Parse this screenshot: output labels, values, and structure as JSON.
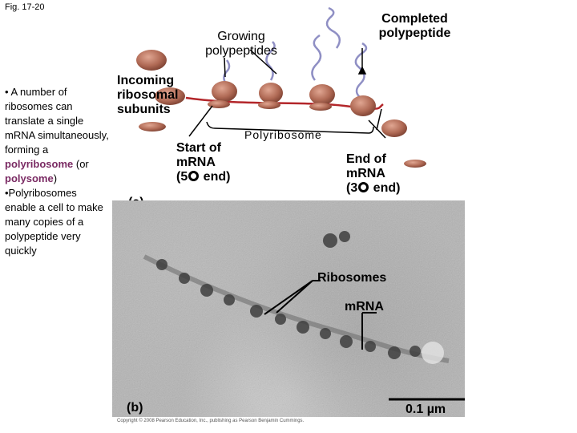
{
  "figure_label": "Fig. 17-20",
  "side_text": {
    "line1": "• A number of ribosomes can translate a single mRNA simultaneously, forming a ",
    "keyword1": "polyribosome",
    "or_text": " (or ",
    "keyword2": "polysome",
    "close_text": ")",
    "line2": "•Polyribosomes enable a cell to make many copies of a polypeptide very quickly"
  },
  "diagram_a": {
    "growing_polypeptides": "Growing polypeptides",
    "completed_polypeptide": "Completed polypeptide",
    "incoming_subunits": "Incoming ribosomal subunits",
    "polyribosome": "Polyribosome",
    "start_mrna": "Start of mRNA",
    "start_end_prefix": "(5",
    "start_end_suffix": " end)",
    "end_mrna": "End of mRNA",
    "end_end_prefix": "(3",
    "end_end_suffix": " end)",
    "panel_label": "(a)"
  },
  "micrograph_b": {
    "ribosomes": "Ribosomes",
    "mrna": "mRNA",
    "panel_label": "(b)",
    "scale_bar": "0.1 µm",
    "copyright": "Copyright © 2008 Pearson Education, Inc., publishing as Pearson Benjamin Cummings."
  },
  "colors": {
    "ribosome": "#b06a55",
    "mrna_strand": "#b3262a",
    "polypeptide": "#8f8fc4"
  }
}
